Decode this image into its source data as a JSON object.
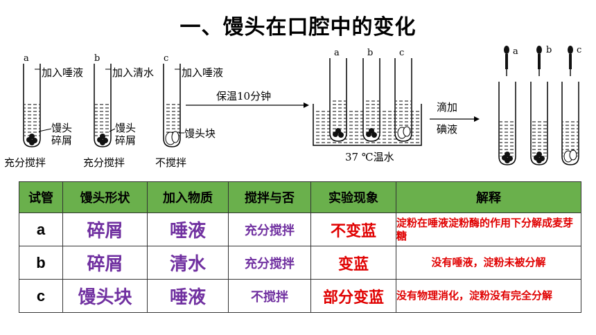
{
  "title": "一、馒头在口腔中的变化",
  "diagram": {
    "tube_letters": [
      "a",
      "b",
      "c"
    ],
    "added": [
      "加入唾液",
      "加入清水",
      "加入唾液"
    ],
    "bread_crumbs": [
      "馒头",
      "碎屑"
    ],
    "bread_chunk": "馒头块",
    "stirring": [
      "充分搅拌",
      "充分搅拌",
      "不搅拌"
    ],
    "incubate_arrow": "保温10分钟",
    "water_bath": "37 ℃温水",
    "iodine_arrow": [
      "滴加",
      "碘液"
    ]
  },
  "table": {
    "headers": [
      "试管",
      "馒头形状",
      "加入物质",
      "搅拌与否",
      "实验现象",
      "解释"
    ],
    "rows": [
      {
        "tube": "a",
        "shape": "碎屑",
        "substance": "唾液",
        "stir": "充分搅拌",
        "observation": "不变蓝",
        "explanation": "淀粉在唾液淀粉酶的作用下分解成麦芽糖"
      },
      {
        "tube": "b",
        "shape": "碎屑",
        "substance": "清水",
        "stir": "充分搅拌",
        "observation": "变蓝",
        "explanation": "没有唾液，淀粉未被分解"
      },
      {
        "tube": "c",
        "shape": "馒头块",
        "substance": "唾液",
        "stir": "不搅拌",
        "observation": "部分变蓝",
        "explanation": "没有物理消化，淀粉没有完全分解"
      }
    ],
    "colors": {
      "header_bg": "#6ab04c",
      "purple": "#7030a0",
      "red": "#e00000"
    }
  }
}
